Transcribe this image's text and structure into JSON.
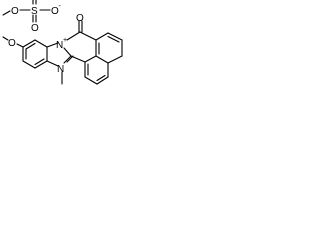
{
  "molecule": {
    "counterion": {
      "methyl_left": "O",
      "sulfur": "S",
      "oxygen_top": "O",
      "oxygen_right": "O",
      "oxygen_right_charge": "-",
      "oxygen_bottom": "O"
    },
    "cation": {
      "methoxy_oxygen": "O",
      "carbonyl_oxygen": "O",
      "n_plus": "N",
      "n_plus_charge": "+",
      "n_methyl": "N"
    }
  }
}
